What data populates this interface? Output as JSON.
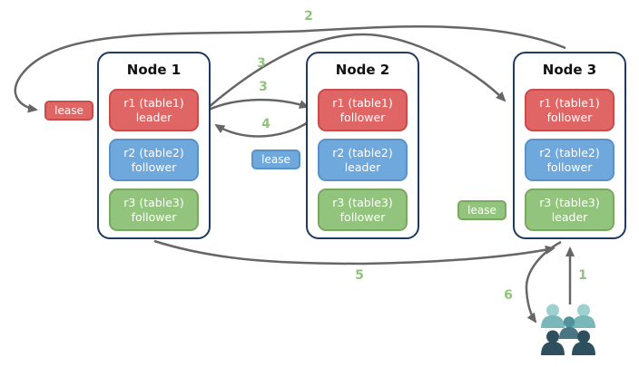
{
  "nodes": [
    {
      "title": "Node 1",
      "replicas": [
        {
          "name": "r1 (table1)",
          "role": "leader",
          "color": "red"
        },
        {
          "name": "r2 (table2)",
          "role": "follower",
          "color": "blue"
        },
        {
          "name": "r3 (table3)",
          "role": "follower",
          "color": "green"
        }
      ]
    },
    {
      "title": "Node 2",
      "replicas": [
        {
          "name": "r1 (table1)",
          "role": "follower",
          "color": "red"
        },
        {
          "name": "r2 (table2)",
          "role": "leader",
          "color": "blue"
        },
        {
          "name": "r3 (table3)",
          "role": "follower",
          "color": "green"
        }
      ]
    },
    {
      "title": "Node 3",
      "replicas": [
        {
          "name": "r1 (table1)",
          "role": "follower",
          "color": "red"
        },
        {
          "name": "r2 (table2)",
          "role": "follower",
          "color": "blue"
        },
        {
          "name": "r3 (table3)",
          "role": "leader",
          "color": "green"
        }
      ]
    }
  ],
  "leases": {
    "table1": {
      "label": "lease",
      "color": "red"
    },
    "table2": {
      "label": "lease",
      "color": "blue"
    },
    "table3": {
      "label": "lease",
      "color": "green"
    }
  },
  "steps": {
    "s1": "1",
    "s2": "2",
    "s3_to_node3": "3",
    "s3_to_node2": "3",
    "s4": "4",
    "s5": "5",
    "s6": "6"
  },
  "icons": {
    "users": "users-icon"
  },
  "colors": {
    "replica_red": "#e06666",
    "replica_red_border": "#cc4b4b",
    "replica_blue": "#6fa8dc",
    "replica_blue_border": "#5a92c8",
    "replica_green": "#93c47d",
    "replica_green_border": "#79a861",
    "node_border": "#203a60",
    "arrow": "#666666",
    "step_label": "#93c47d",
    "users_light": "#9fd0d0",
    "users_medium": "#4f949c",
    "users_dark": "#2e4f5e"
  }
}
